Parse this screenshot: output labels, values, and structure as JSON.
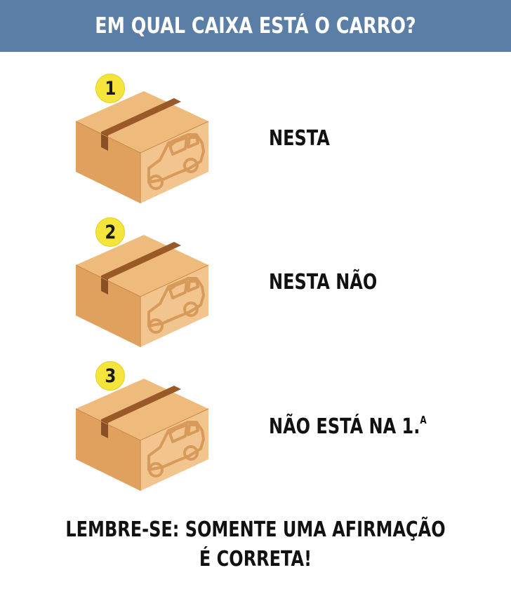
{
  "header": {
    "title": "EM QUAL CAIXA ESTÁ O CARRO?",
    "background": "#5a7ea6"
  },
  "boxes": [
    {
      "number": "1",
      "statement": "NESTA"
    },
    {
      "number": "2",
      "statement": "NESTA NÃO"
    },
    {
      "number": "3",
      "statement": "NÃO ESTÁ NA 1.",
      "statement_sup": "A"
    }
  ],
  "icons": {
    "box": "cardboard-box-icon",
    "car": "car-icon",
    "badge": "number-badge"
  },
  "colors": {
    "box_front": "#e4a560",
    "box_top": "#eebb7d",
    "box_side": "#f2c58f",
    "tape": "#9a5a28",
    "badge": "#f5e43a"
  },
  "footer": {
    "line1": "LEMBRE-SE: SOMENTE UMA AFIRMAÇÃO",
    "line2": "É CORRETA!"
  }
}
